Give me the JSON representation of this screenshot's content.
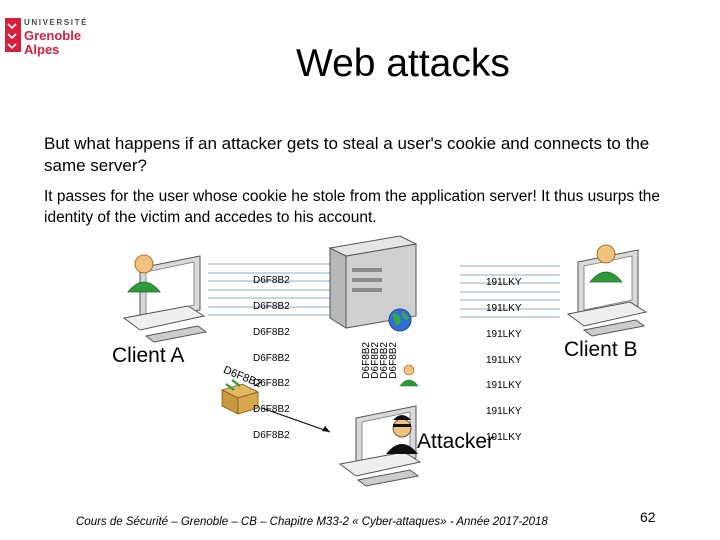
{
  "logo": {
    "line1": "UNIVERSITÉ",
    "line2": "Grenoble",
    "line3": "Alpes",
    "brand_color": "#d6203d"
  },
  "title": "Web attacks",
  "para1": "But what happens if an attacker gets to steal a user's cookie and connects to the same server?",
  "para2": "It passes for the user whose cookie he stole from the application server! It thus usurps the identity of the victim and accedes to his account.",
  "diagram": {
    "cookie_a": "D6F8B2",
    "cookie_b": "191LKY",
    "label_client_a": "Client A",
    "label_client_b": "Client B",
    "label_attacker": "Attacker",
    "stolen_cookie": "D6F8B2",
    "icons": [
      "computer-icon",
      "user-icon",
      "server-icon",
      "globe-icon",
      "package-icon",
      "attacker-icon"
    ]
  },
  "footer": "Cours de Sécurité – Grenoble – CB – Chapitre M33-2 « Cyber-attaques» - Année 2017-2018",
  "page_number": "62"
}
